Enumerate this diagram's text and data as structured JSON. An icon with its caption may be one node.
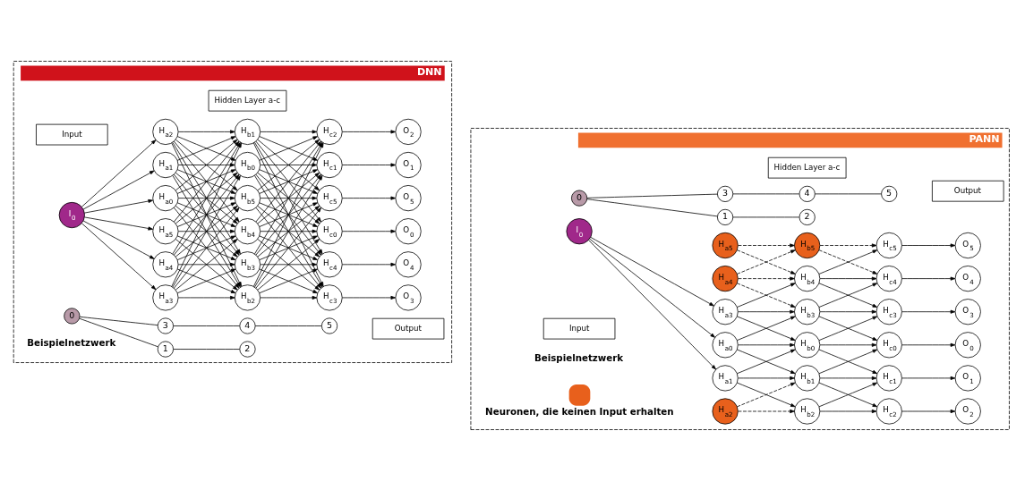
{
  "diagram": {
    "nodes": [
      {
        "text": [
          "DNN"
        ]
      },
      {
        "text": [
          "Input"
        ],
        "in": 0
      },
      {
        "text": [
          "Hidden Layer a-c"
        ],
        "in": 0
      },
      {
        "text": [
          "Output"
        ],
        "in": 0
      },
      {
        "text": [
          "I$_{0}$"
        ],
        "in": 0
      },
      {
        "text": [
          "H$_{a0}$"
        ],
        "in": 0
      },
      {
        "text": [
          "H$_{a1}$"
        ],
        "in": 0
      },
      {
        "text": [
          "H$_{a2}$"
        ],
        "in": 0
      },
      {
        "text": [
          "H$_{a3}$"
        ],
        "in": 0
      },
      {
        "text": [
          "H$_{a4}$"
        ],
        "in": 0
      },
      {
        "text": [
          "H$_{a5}$"
        ],
        "in": 0
      },
      {
        "text": [
          "H$_{b0}$"
        ],
        "in": 0
      },
      {
        "text": [
          "H$_{b1}$"
        ],
        "in": 0
      },
      {
        "text": [
          "H$_{b2}$"
        ],
        "in": 0
      },
      {
        "text": [
          "H$_{b3}$"
        ],
        "in": 0
      },
      {
        "text": [
          "H$_{b4}$"
        ],
        "in": 0
      },
      {
        "text": [
          "H$_{b5}$"
        ],
        "in": 0
      },
      {
        "text": [
          "H$_{c0}$"
        ],
        "in": 0
      },
      {
        "text": [
          "H$_{c1}$"
        ],
        "in": 0
      },
      {
        "text": [
          "H$_{c2}$"
        ],
        "in": 0
      },
      {
        "text": [
          "H$_{c3}$"
        ],
        "in": 0
      },
      {
        "text": [
          "H$_{c4}$"
        ],
        "in": 0
      },
      {
        "text": [
          "H$_{c5}$"
        ],
        "in": 0
      },
      {
        "text": [
          "O$_{0}$"
        ],
        "in": 0
      },
      {
        "text": [
          "O$_{1}$"
        ],
        "in": 0
      },
      {
        "text": [
          "O$_{2}$"
        ],
        "in": 0
      },
      {
        "text": [
          "O$_{3}$"
        ],
        "in": 0
      },
      {
        "text": [
          "O$_{4}$"
        ],
        "in": 0
      },
      {
        "text": [
          "O$_{5}$"
        ],
        "in": 0
      },
      {
        "text": [
          "0"
        ],
        "in": 0
      },
      {
        "text": [
          "1"
        ],
        "in": 0
      },
      {
        "text": [
          "2"
        ],
        "in": 0
      },
      {
        "text": [
          "3"
        ],
        "in": 0
      },
      {
        "text": [
          "4"
        ],
        "in": 0
      },
      {
        "text": [
          "5"
        ],
        "in": 0
      },
      {
        "text": [
          "PANN"
        ]
      },
      {
        "text": [
          "Input"
        ],
        "in": 35
      },
      {
        "text": [
          "Hidden Layer a-c"
        ],
        "in": 35
      },
      {
        "text": [
          "Output"
        ],
        "in": 35
      },
      {
        "text": [
          "I$_{0}$"
        ],
        "in": 35
      },
      {
        "text": [
          "H$_{a0}$"
        ],
        "in": 35
      },
      {
        "text": [
          "H$_{a1}$"
        ],
        "in": 35
      },
      {
        "text": [
          "H$_{a2}$"
        ],
        "in": 35
      },
      {
        "text": [
          "H$_{a3}$"
        ],
        "in": 35
      },
      {
        "text": [
          "H$_{a4}$"
        ],
        "in": 35
      },
      {
        "text": [
          "H$_{a5}$"
        ],
        "in": 35
      },
      {
        "text": [
          "H$_{b0}$"
        ],
        "in": 35
      },
      {
        "text": [
          "H$_{b1}$"
        ],
        "in": 35
      },
      {
        "text": [
          "H$_{b2}$"
        ],
        "in": 35
      },
      {
        "text": [
          "H$_{b3}$"
        ],
        "in": 35
      },
      {
        "text": [
          "H$_{b4}$"
        ],
        "in": 35
      },
      {
        "text": [
          "H$_{b5}$"
        ],
        "in": 35
      },
      {
        "text": [
          "H$_{c0}$"
        ],
        "in": 35
      },
      {
        "text": [
          "H$_{c1}$"
        ],
        "in": 35
      },
      {
        "text": [
          "H$_{c2}$"
        ],
        "in": 35
      },
      {
        "text": [
          "H$_{c3}$"
        ],
        "in": 35
      },
      {
        "text": [
          "H$_{c4}$"
        ],
        "in": 35
      },
      {
        "text": [
          "H$_{c5}$"
        ],
        "in": 35
      },
      {
        "text": [
          "O$_{0}$"
        ],
        "in": 35
      },
      {
        "text": [
          "O$_{1}$"
        ],
        "in": 35
      },
      {
        "text": [
          "O$_{2}$"
        ],
        "in": 35
      },
      {
        "text": [
          "O$_{3}$"
        ],
        "in": 35
      },
      {
        "text": [
          "O$_{4}$"
        ],
        "in": 35
      },
      {
        "text": [
          "O$_{5}$"
        ],
        "in": 35
      },
      {
        "text": [
          "0"
        ],
        "in": 35
      },
      {
        "text": [
          "1"
        ],
        "in": 35
      },
      {
        "text": [
          "2"
        ],
        "in": 35
      },
      {
        "text": [
          "3"
        ],
        "in": 35
      },
      {
        "text": [
          "4"
        ],
        "in": 35
      },
      {
        "text": [
          "5"
        ],
        "in": 35
      }
    ],
    "edges": [
      {
        "from": 4,
        "to": 5,
        "arrow": "to"
      },
      {
        "from": 4,
        "to": 6,
        "arrow": "to"
      },
      {
        "from": 4,
        "to": 7,
        "arrow": "to"
      },
      {
        "from": 4,
        "to": 8,
        "arrow": "to"
      },
      {
        "from": 4,
        "to": 9,
        "arrow": "to"
      },
      {
        "from": 4,
        "to": 10,
        "arrow": "to"
      },
      {
        "from": 5,
        "to": 11,
        "arrow": "to"
      },
      {
        "from": 5,
        "to": 12,
        "arrow": "to"
      },
      {
        "from": 5,
        "to": 13,
        "arrow": "to"
      },
      {
        "from": 5,
        "to": 14,
        "arrow": "to"
      },
      {
        "from": 5,
        "to": 15,
        "arrow": "to"
      },
      {
        "from": 5,
        "to": 16,
        "arrow": "to"
      },
      {
        "from": 6,
        "to": 11,
        "arrow": "to"
      },
      {
        "from": 6,
        "to": 12,
        "arrow": "to"
      },
      {
        "from": 6,
        "to": 13,
        "arrow": "to"
      },
      {
        "from": 6,
        "to": 14,
        "arrow": "to"
      },
      {
        "from": 6,
        "to": 15,
        "arrow": "to"
      },
      {
        "from": 6,
        "to": 16,
        "arrow": "to"
      },
      {
        "from": 7,
        "to": 11,
        "arrow": "to"
      },
      {
        "from": 7,
        "to": 12,
        "arrow": "to"
      },
      {
        "from": 7,
        "to": 13,
        "arrow": "to"
      },
      {
        "from": 7,
        "to": 14,
        "arrow": "to"
      },
      {
        "from": 7,
        "to": 15,
        "arrow": "to"
      },
      {
        "from": 7,
        "to": 16,
        "arrow": "to"
      },
      {
        "from": 8,
        "to": 11,
        "arrow": "to"
      },
      {
        "from": 8,
        "to": 12,
        "arrow": "to"
      },
      {
        "from": 8,
        "to": 13,
        "arrow": "to"
      },
      {
        "from": 8,
        "to": 14,
        "arrow": "to"
      },
      {
        "from": 8,
        "to": 15,
        "arrow": "to"
      },
      {
        "from": 8,
        "to": 16,
        "arrow": "to"
      },
      {
        "from": 9,
        "to": 11,
        "arrow": "to"
      },
      {
        "from": 9,
        "to": 12,
        "arrow": "to"
      },
      {
        "from": 9,
        "to": 13,
        "arrow": "to"
      },
      {
        "from": 9,
        "to": 14,
        "arrow": "to"
      },
      {
        "from": 9,
        "to": 15,
        "arrow": "to"
      },
      {
        "from": 9,
        "to": 16,
        "arrow": "to"
      },
      {
        "from": 10,
        "to": 11,
        "arrow": "to"
      },
      {
        "from": 10,
        "to": 12,
        "arrow": "to"
      },
      {
        "from": 10,
        "to": 13,
        "arrow": "to"
      },
      {
        "from": 10,
        "to": 14,
        "arrow": "to"
      },
      {
        "from": 10,
        "to": 15,
        "arrow": "to"
      },
      {
        "from": 10,
        "to": 16,
        "arrow": "to"
      },
      {
        "from": 11,
        "to": 17,
        "arrow": "to"
      },
      {
        "from": 11,
        "to": 18,
        "arrow": "to"
      },
      {
        "from": 11,
        "to": 19,
        "arrow": "to"
      },
      {
        "from": 11,
        "to": 20,
        "arrow": "to"
      },
      {
        "from": 11,
        "to": 21,
        "arrow": "to"
      },
      {
        "from": 11,
        "to": 22,
        "arrow": "to"
      },
      {
        "from": 12,
        "to": 17,
        "arrow": "to"
      },
      {
        "from": 12,
        "to": 18,
        "arrow": "to"
      },
      {
        "from": 12,
        "to": 19,
        "arrow": "to"
      },
      {
        "from": 12,
        "to": 20,
        "arrow": "to"
      },
      {
        "from": 12,
        "to": 21,
        "arrow": "to"
      },
      {
        "from": 12,
        "to": 22,
        "arrow": "to"
      },
      {
        "from": 13,
        "to": 17,
        "arrow": "to"
      },
      {
        "from": 13,
        "to": 18,
        "arrow": "to"
      },
      {
        "from": 13,
        "to": 19,
        "arrow": "to"
      },
      {
        "from": 13,
        "to": 20,
        "arrow": "to"
      },
      {
        "from": 13,
        "to": 21,
        "arrow": "to"
      },
      {
        "from": 13,
        "to": 22,
        "arrow": "to"
      },
      {
        "from": 14,
        "to": 17,
        "arrow": "to"
      },
      {
        "from": 14,
        "to": 18,
        "arrow": "to"
      },
      {
        "from": 14,
        "to": 19,
        "arrow": "to"
      },
      {
        "from": 14,
        "to": 20,
        "arrow": "to"
      },
      {
        "from": 14,
        "to": 21,
        "arrow": "to"
      },
      {
        "from": 14,
        "to": 22,
        "arrow": "to"
      },
      {
        "from": 15,
        "to": 17,
        "arrow": "to"
      },
      {
        "from": 15,
        "to": 18,
        "arrow": "to"
      },
      {
        "from": 15,
        "to": 19,
        "arrow": "to"
      },
      {
        "from": 15,
        "to": 20,
        "arrow": "to"
      },
      {
        "from": 15,
        "to": 21,
        "arrow": "to"
      },
      {
        "from": 15,
        "to": 22,
        "arrow": "to"
      },
      {
        "from": 16,
        "to": 17,
        "arrow": "to"
      },
      {
        "from": 16,
        "to": 18,
        "arrow": "to"
      },
      {
        "from": 16,
        "to": 19,
        "arrow": "to"
      },
      {
        "from": 16,
        "to": 20,
        "arrow": "to"
      },
      {
        "from": 16,
        "to": 21,
        "arrow": "to"
      },
      {
        "from": 16,
        "to": 22,
        "arrow": "to"
      },
      {
        "from": 17,
        "to": 23,
        "arrow": "to"
      },
      {
        "from": 18,
        "to": 24,
        "arrow": "to"
      },
      {
        "from": 19,
        "to": 25,
        "arrow": "to"
      },
      {
        "from": 20,
        "to": 26,
        "arrow": "to"
      },
      {
        "from": 21,
        "to": 27,
        "arrow": "to"
      },
      {
        "from": 22,
        "to": 28,
        "arrow": "to"
      },
      {
        "from": 29,
        "to": 30,
        "arrow": "none"
      },
      {
        "from": 30,
        "to": 31,
        "arrow": "none"
      },
      {
        "from": 29,
        "to": 32,
        "arrow": "none"
      },
      {
        "from": 32,
        "to": 33,
        "arrow": "none"
      },
      {
        "from": 33,
        "to": 34,
        "arrow": "none"
      },
      {
        "from": 39,
        "to": 40,
        "arrow": "to"
      },
      {
        "from": 39,
        "to": 41,
        "arrow": "to"
      },
      {
        "from": 39,
        "to": 43,
        "arrow": "to"
      },
      {
        "from": 40,
        "to": 46,
        "arrow": "to"
      },
      {
        "from": 40,
        "to": 47,
        "arrow": "to"
      },
      {
        "from": 40,
        "to": 49,
        "arrow": "to"
      },
      {
        "from": 41,
        "to": 46,
        "arrow": "to"
      },
      {
        "from": 41,
        "to": 47,
        "arrow": "to"
      },
      {
        "from": 41,
        "to": 48,
        "arrow": "to"
      },
      {
        "from": 42,
        "to": 47,
        "arrow": "to",
        "style": "dashed"
      },
      {
        "from": 42,
        "to": 48,
        "arrow": "to",
        "style": "dashed"
      },
      {
        "from": 43,
        "to": 46,
        "arrow": "to"
      },
      {
        "from": 43,
        "to": 49,
        "arrow": "to"
      },
      {
        "from": 43,
        "to": 50,
        "arrow": "to"
      },
      {
        "from": 44,
        "to": 49,
        "arrow": "to",
        "style": "dashed"
      },
      {
        "from": 44,
        "to": 50,
        "arrow": "to",
        "style": "dashed"
      },
      {
        "from": 44,
        "to": 51,
        "arrow": "to",
        "style": "dashed"
      },
      {
        "from": 45,
        "to": 50,
        "arrow": "to",
        "style": "dashed"
      },
      {
        "from": 45,
        "to": 51,
        "arrow": "to",
        "style": "dashed"
      },
      {
        "from": 46,
        "to": 52,
        "arrow": "to"
      },
      {
        "from": 46,
        "to": 53,
        "arrow": "to"
      },
      {
        "from": 46,
        "to": 55,
        "arrow": "to"
      },
      {
        "from": 47,
        "to": 52,
        "arrow": "to"
      },
      {
        "from": 47,
        "to": 53,
        "arrow": "to"
      },
      {
        "from": 47,
        "to": 54,
        "arrow": "to"
      },
      {
        "from": 48,
        "to": 53,
        "arrow": "to"
      },
      {
        "from": 48,
        "to": 54,
        "arrow": "to"
      },
      {
        "from": 49,
        "to": 52,
        "arrow": "to"
      },
      {
        "from": 49,
        "to": 55,
        "arrow": "to"
      },
      {
        "from": 49,
        "to": 56,
        "arrow": "to"
      },
      {
        "from": 50,
        "to": 55,
        "arrow": "to"
      },
      {
        "from": 50,
        "to": 56,
        "arrow": "to"
      },
      {
        "from": 50,
        "to": 57,
        "arrow": "to"
      },
      {
        "from": 51,
        "to": 56,
        "arrow": "to",
        "style": "dashed"
      },
      {
        "from": 51,
        "to": 57,
        "arrow": "to",
        "style": "dashed"
      },
      {
        "from": 52,
        "to": 58,
        "arrow": "to"
      },
      {
        "from": 53,
        "to": 59,
        "arrow": "to"
      },
      {
        "from": 54,
        "to": 60,
        "arrow": "to"
      },
      {
        "from": 55,
        "to": 61,
        "arrow": "to"
      },
      {
        "from": 56,
        "to": 62,
        "arrow": "to"
      },
      {
        "from": 57,
        "to": 63,
        "arrow": "to"
      },
      {
        "from": 64,
        "to": 65,
        "arrow": "none"
      },
      {
        "from": 65,
        "to": 66,
        "arrow": "none"
      },
      {
        "from": 64,
        "to": 67,
        "arrow": "none"
      },
      {
        "from": 67,
        "to": 68,
        "arrow": "none"
      },
      {
        "from": 68,
        "to": 69,
        "arrow": "none"
      }
    ],
    "labels": [
      "Beispielnetzwerk",
      "Beispielnetzwerk"
    ],
    "legend": [
      {
        "text": "Neuronen, die keinen Input erhalten",
        "color": "#e8601c"
      }
    ]
  }
}
